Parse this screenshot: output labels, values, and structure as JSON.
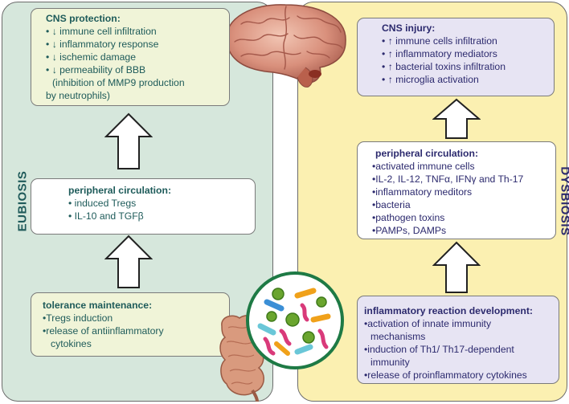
{
  "eubiosis": {
    "label": "EUBIOSIS",
    "cns_protection": {
      "title": "CNS protection:",
      "items": [
        "• ↓ immune cell infiltration",
        "• ↓ inflammatory response",
        "• ↓ ischemic damage",
        "• ↓ permeability of BBB",
        "(inhibition of MMP9 production",
        "by neutrophils)"
      ]
    },
    "peripheral": {
      "title": "peripheral circulation:",
      "items": [
        "• induced Tregs",
        "• IL-10 and TGFβ"
      ]
    },
    "tolerance": {
      "title": "tolerance maintenance:",
      "items": [
        "•Tregs induction",
        "•release of antiinflammatory",
        "cytokines"
      ]
    }
  },
  "dysbiosis": {
    "label": "DYSBIOSIS",
    "cns_injury": {
      "title": "CNS injury:",
      "items": [
        "• ↑ immune cells infiltration",
        "• ↑ inflammatory mediators",
        "• ↑ bacterial toxins infiltration",
        "• ↑ microglia activation"
      ]
    },
    "peripheral": {
      "title": "peripheral circulation:",
      "items": [
        "•activated immune cells",
        "•IL-2, IL-12, TNFα, IFNγ and Th-17",
        "•inflammatory meditors",
        "•bacteria",
        "•pathogen toxins",
        "•PAMPs, DAMPs"
      ]
    },
    "inflammatory": {
      "title": "inflammatory reaction development:",
      "items": [
        "•activation of innate immunity",
        "mechanisms",
        "•induction of Th1/ Th17-dependent",
        "immunity",
        "•release of proinflammatory cytokines"
      ]
    }
  },
  "colors": {
    "eubiosis_bg": "#d6e7dc",
    "dysbiosis_bg": "#fbf0b1",
    "eubiosis_text": "#1e5b5a",
    "dysbiosis_text": "#2c2a6e",
    "microbiome_ring": "#1e7a45"
  },
  "icons": [
    "brain-icon",
    "gut-icon",
    "microbiome-icon",
    "up-arrow-icon"
  ]
}
